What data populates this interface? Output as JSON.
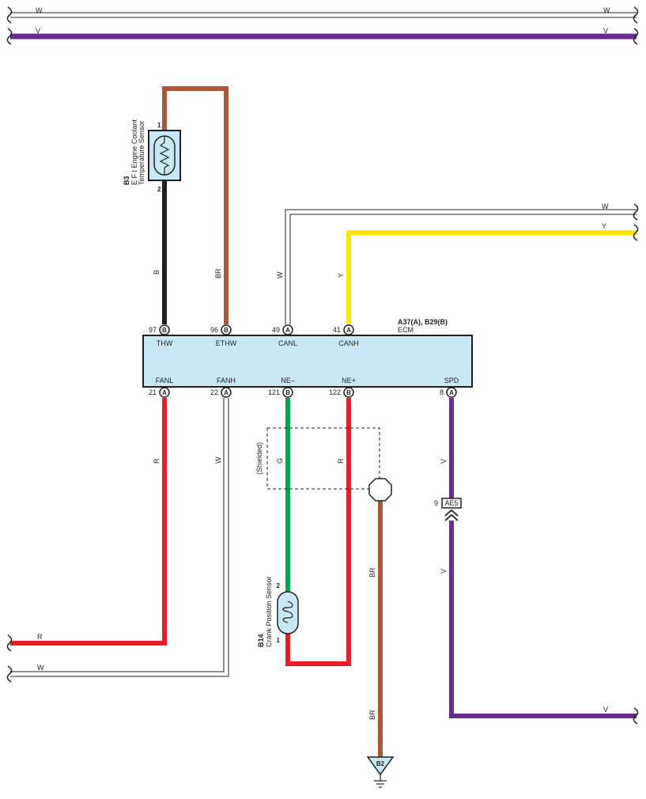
{
  "colors": {
    "W": "#ffffff",
    "V": "#6a2c91",
    "BR": "#a9583a",
    "B": "#231f20",
    "Y": "#ffe600",
    "R": "#ed1c24",
    "G": "#00a651",
    "ecm_fill": "#c9e8f6"
  },
  "ecm": {
    "ref": "A37(A), B29(B)",
    "name": "ECM",
    "top_pins": [
      {
        "num": "97",
        "conn": "B",
        "label": "THW"
      },
      {
        "num": "96",
        "conn": "B",
        "label": "ETHW"
      },
      {
        "num": "49",
        "conn": "A",
        "label": "CANL"
      },
      {
        "num": "41",
        "conn": "A",
        "label": "CANH"
      }
    ],
    "bottom_pins": [
      {
        "num": "21",
        "conn": "A",
        "label": "FANL"
      },
      {
        "num": "22",
        "conn": "A",
        "label": "FANH"
      },
      {
        "num": "121",
        "conn": "B",
        "label": "NE–"
      },
      {
        "num": "122",
        "conn": "B",
        "label": "NE+"
      },
      {
        "num": "8",
        "conn": "A",
        "label": "SPD"
      }
    ]
  },
  "sensor_b3": {
    "ref": "B3",
    "name_line1": "E F I   Engine Coolant",
    "name_line2": "Temperature Sensor",
    "pin1": "1",
    "pin2": "2"
  },
  "sensor_b14": {
    "ref": "B14",
    "name": "Crank Position Sensor",
    "pin1": "1",
    "pin2": "2"
  },
  "junction": {
    "pin": "9",
    "ref": "AE5"
  },
  "shield_label": "(Shielded)",
  "ground": {
    "ref": "B2"
  },
  "wire_labels": {
    "top_w": "W",
    "top_v": "V",
    "b3_b": "B",
    "b3_br": "BR",
    "canl_w": "W",
    "canh_y": "Y",
    "right_w": "W",
    "right_y": "Y",
    "fanl_r": "R",
    "fanh_w": "W",
    "ne_minus_g": "G",
    "ne_plus_r": "R",
    "spd_v_upper": "V",
    "spd_v_lower": "V",
    "br_upper": "BR",
    "br_lower": "BR",
    "left_r": "R",
    "left_w": "W",
    "right_v": "V"
  }
}
